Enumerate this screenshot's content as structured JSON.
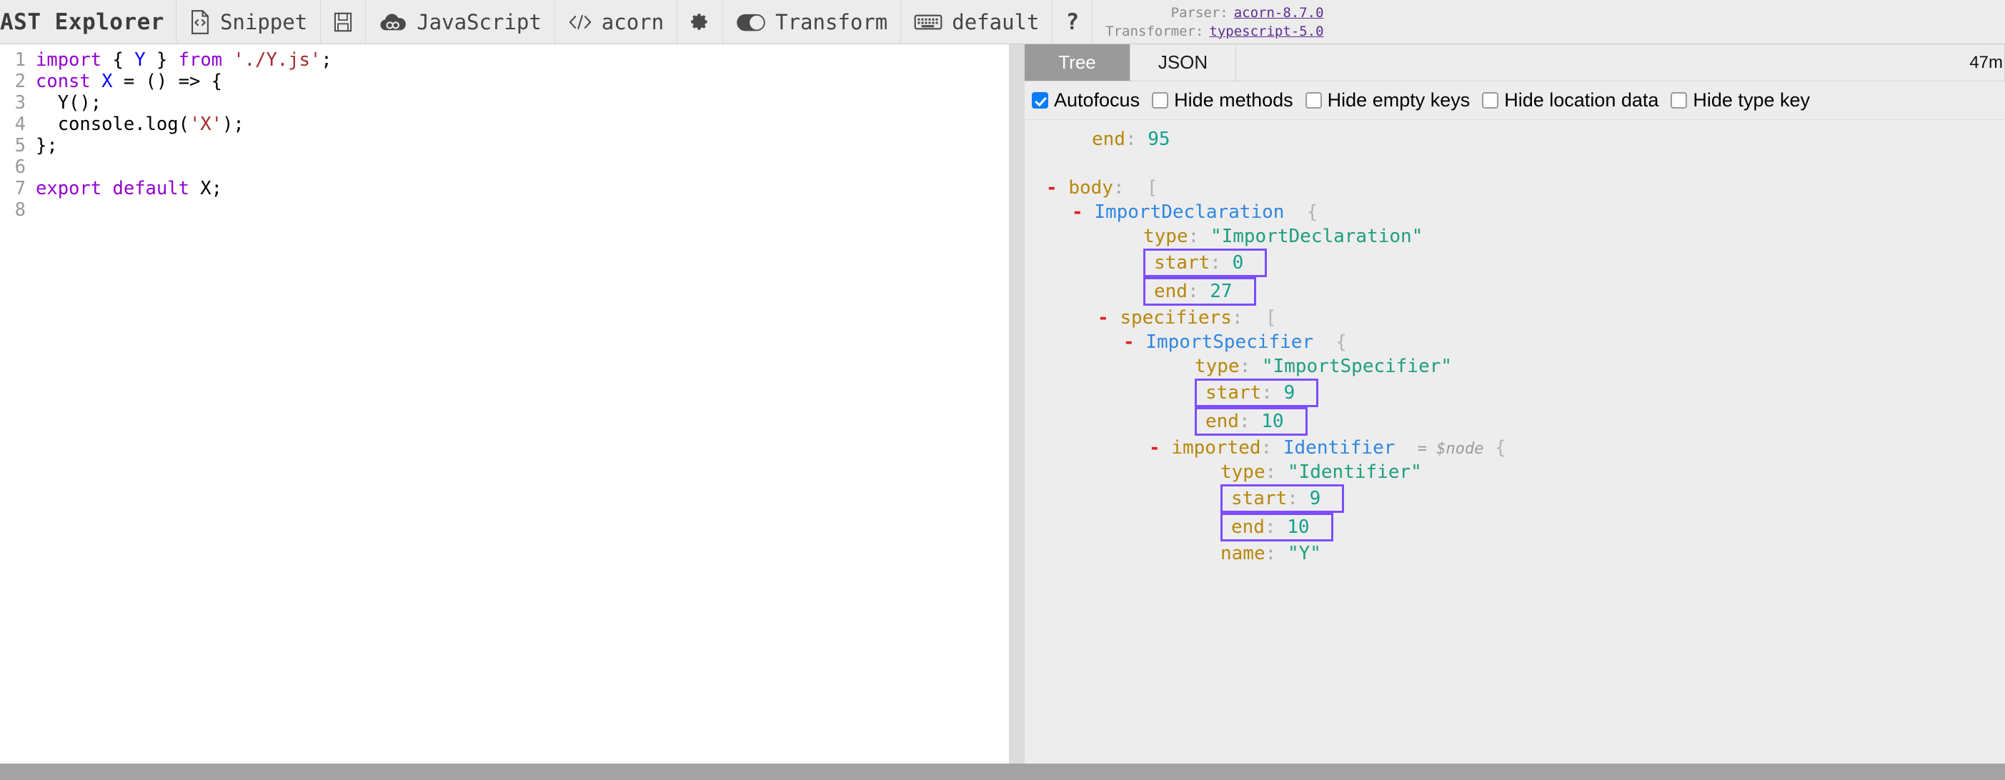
{
  "toolbar": {
    "app_title": "AST Explorer",
    "snippet_label": "Snippet",
    "snippet_icon": "code-file-icon",
    "save_icon": "floppy-save-icon",
    "language_label": "JavaScript",
    "language_icon": "javascript-cloud-icon",
    "parser_label": "acorn",
    "parser_icon": "code-brackets-icon",
    "settings_icon": "gear-icon",
    "transform_label": "Transform",
    "transform_icon": "toggle-switch-icon",
    "keymap_label": "default",
    "keymap_icon": "keyboard-icon",
    "help_label": "?"
  },
  "meta": {
    "parser_caption": "Parser:",
    "parser_version": "acorn-8.7.0",
    "transformer_caption": "Transformer:",
    "transformer_version": "typescript-5.0"
  },
  "editor": {
    "lines": [
      {
        "n": "1",
        "tokens": [
          {
            "t": "import",
            "c": "tok-kw"
          },
          {
            "t": " { ",
            "c": "tok-pln"
          },
          {
            "t": "Y",
            "c": "tok-var"
          },
          {
            "t": " } ",
            "c": "tok-pln"
          },
          {
            "t": "from",
            "c": "tok-kw"
          },
          {
            "t": " ",
            "c": "tok-pln"
          },
          {
            "t": "'./Y.js'",
            "c": "tok-str"
          },
          {
            "t": ";",
            "c": "tok-pln"
          }
        ]
      },
      {
        "n": "2",
        "tokens": [
          {
            "t": "const",
            "c": "tok-kw"
          },
          {
            "t": " ",
            "c": "tok-pln"
          },
          {
            "t": "X",
            "c": "tok-var"
          },
          {
            "t": " = () => {",
            "c": "tok-pln"
          }
        ]
      },
      {
        "n": "3",
        "tokens": [
          {
            "t": "  Y();",
            "c": "tok-pln"
          }
        ]
      },
      {
        "n": "4",
        "tokens": [
          {
            "t": "  console.log(",
            "c": "tok-pln"
          },
          {
            "t": "'X'",
            "c": "tok-str"
          },
          {
            "t": ");",
            "c": "tok-pln"
          }
        ]
      },
      {
        "n": "5",
        "tokens": [
          {
            "t": "};",
            "c": "tok-pln"
          }
        ]
      },
      {
        "n": "6",
        "tokens": [
          {
            "t": "",
            "c": "tok-pln"
          }
        ]
      },
      {
        "n": "7",
        "tokens": [
          {
            "t": "export",
            "c": "tok-kw"
          },
          {
            "t": " ",
            "c": "tok-pln"
          },
          {
            "t": "default",
            "c": "tok-kw"
          },
          {
            "t": " X;",
            "c": "tok-pln"
          }
        ]
      },
      {
        "n": "8",
        "tokens": [
          {
            "t": "",
            "c": "tok-pln"
          }
        ]
      }
    ]
  },
  "output": {
    "tabs": [
      {
        "label": "Tree",
        "active": true
      },
      {
        "label": "JSON",
        "active": false
      }
    ],
    "timing": "47m",
    "options": [
      {
        "label": "Autofocus",
        "checked": true
      },
      {
        "label": "Hide methods",
        "checked": false
      },
      {
        "label": "Hide empty keys",
        "checked": false
      },
      {
        "label": "Hide location data",
        "checked": false
      },
      {
        "label": "Hide type key",
        "checked": false
      }
    ],
    "tree_lines": [
      {
        "indent": 2,
        "boxed": false,
        "parts": [
          {
            "t": "end",
            "c": "k-key"
          },
          {
            "t": ": ",
            "c": "k-colon"
          },
          {
            "t": "95",
            "c": "k-num"
          }
        ]
      },
      {
        "indent": 0,
        "boxed": false,
        "parts": []
      },
      {
        "indent": 1,
        "boxed": false,
        "collapse": "-",
        "parts": [
          {
            "t": "body",
            "c": "k-key"
          },
          {
            "t": ":  ",
            "c": "k-colon"
          },
          {
            "t": "[",
            "c": "k-brace"
          }
        ]
      },
      {
        "indent": 2,
        "boxed": false,
        "collapse": "-",
        "parts": [
          {
            "t": "ImportDeclaration",
            "c": "k-node"
          },
          {
            "t": "  {",
            "c": "k-brace"
          }
        ]
      },
      {
        "indent": 4,
        "boxed": false,
        "parts": [
          {
            "t": "type",
            "c": "k-key"
          },
          {
            "t": ": ",
            "c": "k-colon"
          },
          {
            "t": "\"ImportDeclaration\"",
            "c": "k-str"
          }
        ]
      },
      {
        "indent": 4,
        "boxed": true,
        "parts": [
          {
            "t": "start",
            "c": "k-key"
          },
          {
            "t": ": ",
            "c": "k-colon"
          },
          {
            "t": "0",
            "c": "k-num"
          }
        ]
      },
      {
        "indent": 4,
        "boxed": true,
        "parts": [
          {
            "t": "end",
            "c": "k-key"
          },
          {
            "t": ": ",
            "c": "k-colon"
          },
          {
            "t": "27",
            "c": "k-num"
          }
        ]
      },
      {
        "indent": 3,
        "boxed": false,
        "collapse": "-",
        "parts": [
          {
            "t": "specifiers",
            "c": "k-key"
          },
          {
            "t": ":  ",
            "c": "k-colon"
          },
          {
            "t": "[",
            "c": "k-brace"
          }
        ]
      },
      {
        "indent": 4,
        "boxed": false,
        "collapse": "-",
        "parts": [
          {
            "t": "ImportSpecifier",
            "c": "k-node"
          },
          {
            "t": "  {",
            "c": "k-brace"
          }
        ]
      },
      {
        "indent": 6,
        "boxed": false,
        "parts": [
          {
            "t": "type",
            "c": "k-key"
          },
          {
            "t": ": ",
            "c": "k-colon"
          },
          {
            "t": "\"ImportSpecifier\"",
            "c": "k-str"
          }
        ]
      },
      {
        "indent": 6,
        "boxed": true,
        "parts": [
          {
            "t": "start",
            "c": "k-key"
          },
          {
            "t": ": ",
            "c": "k-colon"
          },
          {
            "t": "9",
            "c": "k-num"
          }
        ]
      },
      {
        "indent": 6,
        "boxed": true,
        "parts": [
          {
            "t": "end",
            "c": "k-key"
          },
          {
            "t": ": ",
            "c": "k-colon"
          },
          {
            "t": "10",
            "c": "k-num"
          }
        ]
      },
      {
        "indent": 5,
        "boxed": false,
        "collapse": "-",
        "parts": [
          {
            "t": "imported",
            "c": "k-key"
          },
          {
            "t": ": ",
            "c": "k-colon"
          },
          {
            "t": "Identifier",
            "c": "k-node"
          },
          {
            "t": "  ",
            "c": "k-brace"
          },
          {
            "t": "= $node",
            "c": "k-alias"
          },
          {
            "t": " {",
            "c": "k-brace"
          }
        ]
      },
      {
        "indent": 7,
        "boxed": false,
        "parts": [
          {
            "t": "type",
            "c": "k-key"
          },
          {
            "t": ": ",
            "c": "k-colon"
          },
          {
            "t": "\"Identifier\"",
            "c": "k-str"
          }
        ]
      },
      {
        "indent": 7,
        "boxed": true,
        "parts": [
          {
            "t": "start",
            "c": "k-key"
          },
          {
            "t": ": ",
            "c": "k-colon"
          },
          {
            "t": "9",
            "c": "k-num"
          }
        ]
      },
      {
        "indent": 7,
        "boxed": true,
        "parts": [
          {
            "t": "end",
            "c": "k-key"
          },
          {
            "t": ": ",
            "c": "k-colon"
          },
          {
            "t": "10",
            "c": "k-num"
          }
        ]
      },
      {
        "indent": 7,
        "boxed": false,
        "parts": [
          {
            "t": "name",
            "c": "k-key"
          },
          {
            "t": ": ",
            "c": "k-colon"
          },
          {
            "t": "\"Y\"",
            "c": "k-str"
          }
        ]
      }
    ]
  },
  "colors": {
    "accent_purple": "#7c4dff",
    "checkbox_blue": "#0a7cf8",
    "tab_active_bg": "#9a9a9a",
    "link_purple": "#5b2d8e"
  }
}
